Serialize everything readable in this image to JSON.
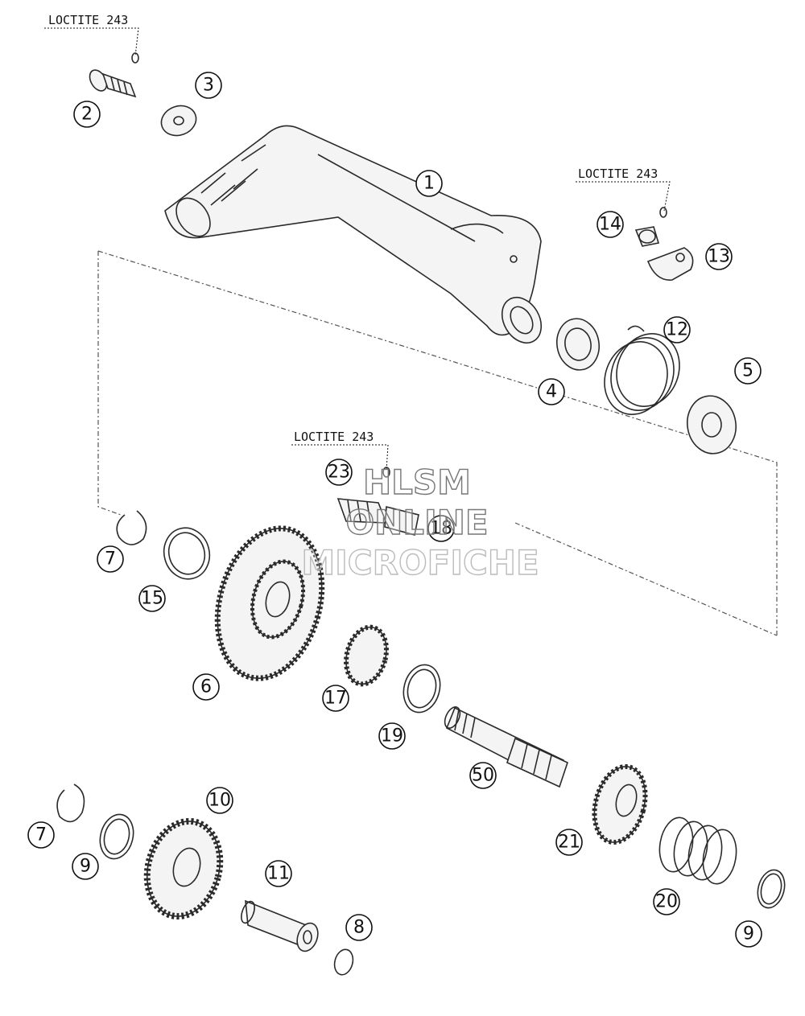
{
  "notes": [
    "LOCTITE 243",
    "LOCTITE 243",
    "LOCTITE 243"
  ],
  "callouts": [
    "1",
    "2",
    "3",
    "4",
    "5",
    "6",
    "7",
    "7",
    "8",
    "9",
    "9",
    "10",
    "11",
    "12",
    "13",
    "14",
    "15",
    "17",
    "18",
    "19",
    "20",
    "21",
    "23",
    "50"
  ],
  "watermark": [
    "HLSM",
    "ONLINE",
    "MICROFICHE"
  ]
}
